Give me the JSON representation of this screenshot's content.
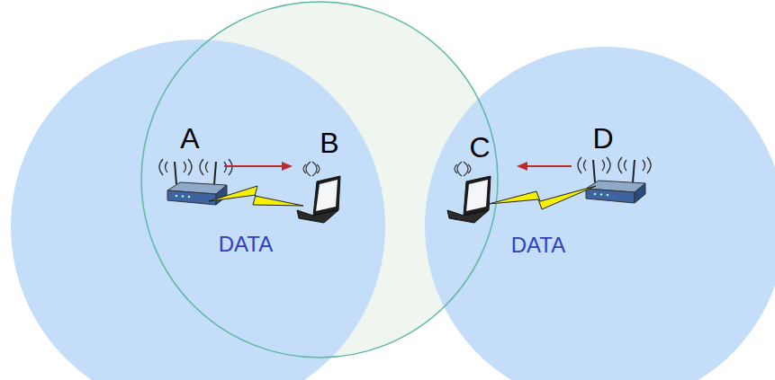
{
  "diagram": {
    "nodes": [
      {
        "text": [
          "A"
        ]
      },
      {
        "text": [
          "B"
        ]
      },
      {
        "text": [
          "C"
        ]
      },
      {
        "text": [
          "D"
        ]
      }
    ],
    "edges": [
      {
        "from": 0,
        "to": 1,
        "arrow": "to",
        "label": "DATA"
      },
      {
        "from": 3,
        "to": 2,
        "arrow": "to",
        "label": "DATA"
      }
    ]
  }
}
